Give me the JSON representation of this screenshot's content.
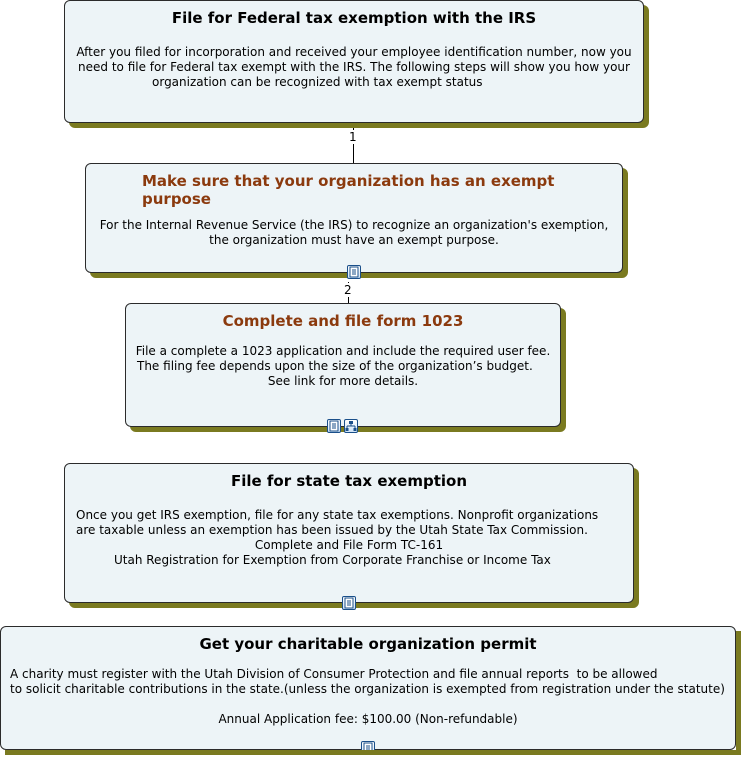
{
  "nodes": [
    {
      "title": "File for Federal tax exemption with the IRS",
      "lines": [
        "After you filed for incorporation and received your employee identification number, now you",
        "need to file for Federal tax exempt with the IRS. The following steps will show you how your",
        "organization can be recognized with tax exempt status"
      ]
    },
    {
      "title": "Make sure that your organization has an exempt purpose",
      "lines": [
        "For the Internal Revenue Service (the IRS) to recognize an organization's exemption,",
        "the organization must have an exempt purpose."
      ]
    },
    {
      "title": "Complete and file form 1023",
      "lines": [
        "File a complete a 1023 application and include the required user fee.",
        "The filing fee depends upon the size of the organization’s budget.",
        "See link for more details."
      ]
    },
    {
      "title": "File for state tax exemption",
      "lines": [
        "Once you get IRS exemption, file for any state tax exemptions. Nonprofit organizations",
        "are taxable unless an exemption has been issued by the Utah State Tax Commission.",
        "Complete and File Form TC-161",
        "Utah Registration for Exemption from Corporate Franchise or Income Tax"
      ]
    },
    {
      "title": "Get your charitable organization permit",
      "lines": [
        "A charity must register with the Utah Division of Consumer Protection and file annual reports  to be allowed",
        "to solicit charitable contributions in the state.(unless the organization is exempted from registration under the statute)",
        "",
        "Annual Application fee: $100.00 (Non-refundable)"
      ]
    }
  ],
  "connectors": [
    {
      "label": "1"
    },
    {
      "label": "2"
    }
  ],
  "colors": {
    "box_fill": "#edf4f7",
    "box_shadow": "#7a7a20",
    "highlight_title": "#8b3a0e"
  },
  "icons": {
    "note": "note-icon",
    "hierarchy": "hierarchy-icon"
  }
}
